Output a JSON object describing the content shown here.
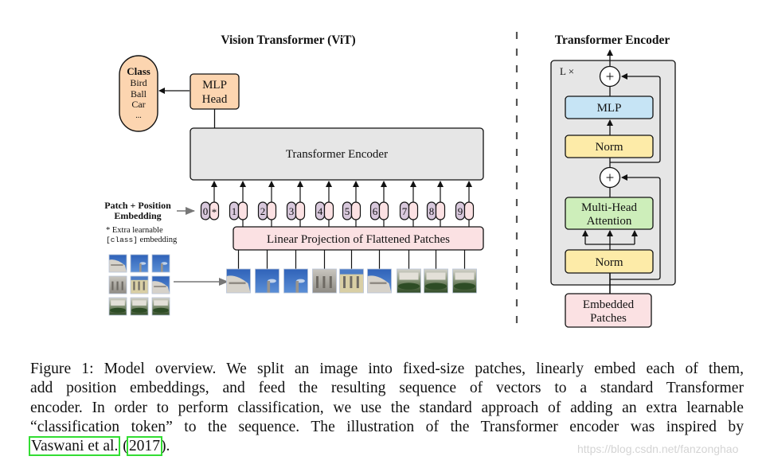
{
  "vit": {
    "title": "Vision Transformer (ViT)",
    "class_box": {
      "heading": "Class",
      "items": [
        "Bird",
        "Ball",
        "Car",
        "..."
      ]
    },
    "mlp_head": [
      "MLP",
      "Head"
    ],
    "encoder_label": "Transformer Encoder",
    "patch_pos_label": [
      "Patch + Position",
      "Embedding"
    ],
    "extra_note": {
      "line1": "* Extra learnable",
      "code": "[class]",
      "rest": " embedding"
    },
    "tokens": [
      "0",
      "1",
      "2",
      "3",
      "4",
      "5",
      "6",
      "7",
      "8",
      "9"
    ],
    "class_token_marker": "*",
    "linear_projection": "Linear Projection of Flattened Patches",
    "patch_count": 9
  },
  "encoder_detail": {
    "title": "Transformer Encoder",
    "repeat_label": "L ×",
    "blocks": {
      "mlp": "MLP",
      "norm_top": "Norm",
      "attention": [
        "Multi-Head",
        "Attention"
      ],
      "norm_bottom": "Norm",
      "embedded": [
        "Embedded",
        "Patches"
      ]
    },
    "add_symbol": "+"
  },
  "colors": {
    "orange": "#fcd5b0",
    "gray_box": "#e6e6e6",
    "pink": "#fbe1e3",
    "purple": "#d8c8dc",
    "blue": "#c6e4f5",
    "yellow": "#fdeba8",
    "green": "#cdeeba",
    "citation_outline": "#33dd33"
  },
  "caption": {
    "lines": [
      "Figure 1: Model overview. We split an image into fixed-size patches, linearly embed each of them,",
      "add position embeddings, and feed the resulting sequence of vectors to a standard Transformer",
      "encoder. In order to perform classification, we use the standard approach of adding an extra learnable",
      "“classification token” to the sequence. The illustration of the Transformer encoder was inspired by"
    ],
    "cite_author": "Vaswani et al.",
    "cite_open": " (",
    "cite_year": "2017",
    "cite_close": ")."
  },
  "watermark": "https://blog.csdn.net/fanzonghao"
}
